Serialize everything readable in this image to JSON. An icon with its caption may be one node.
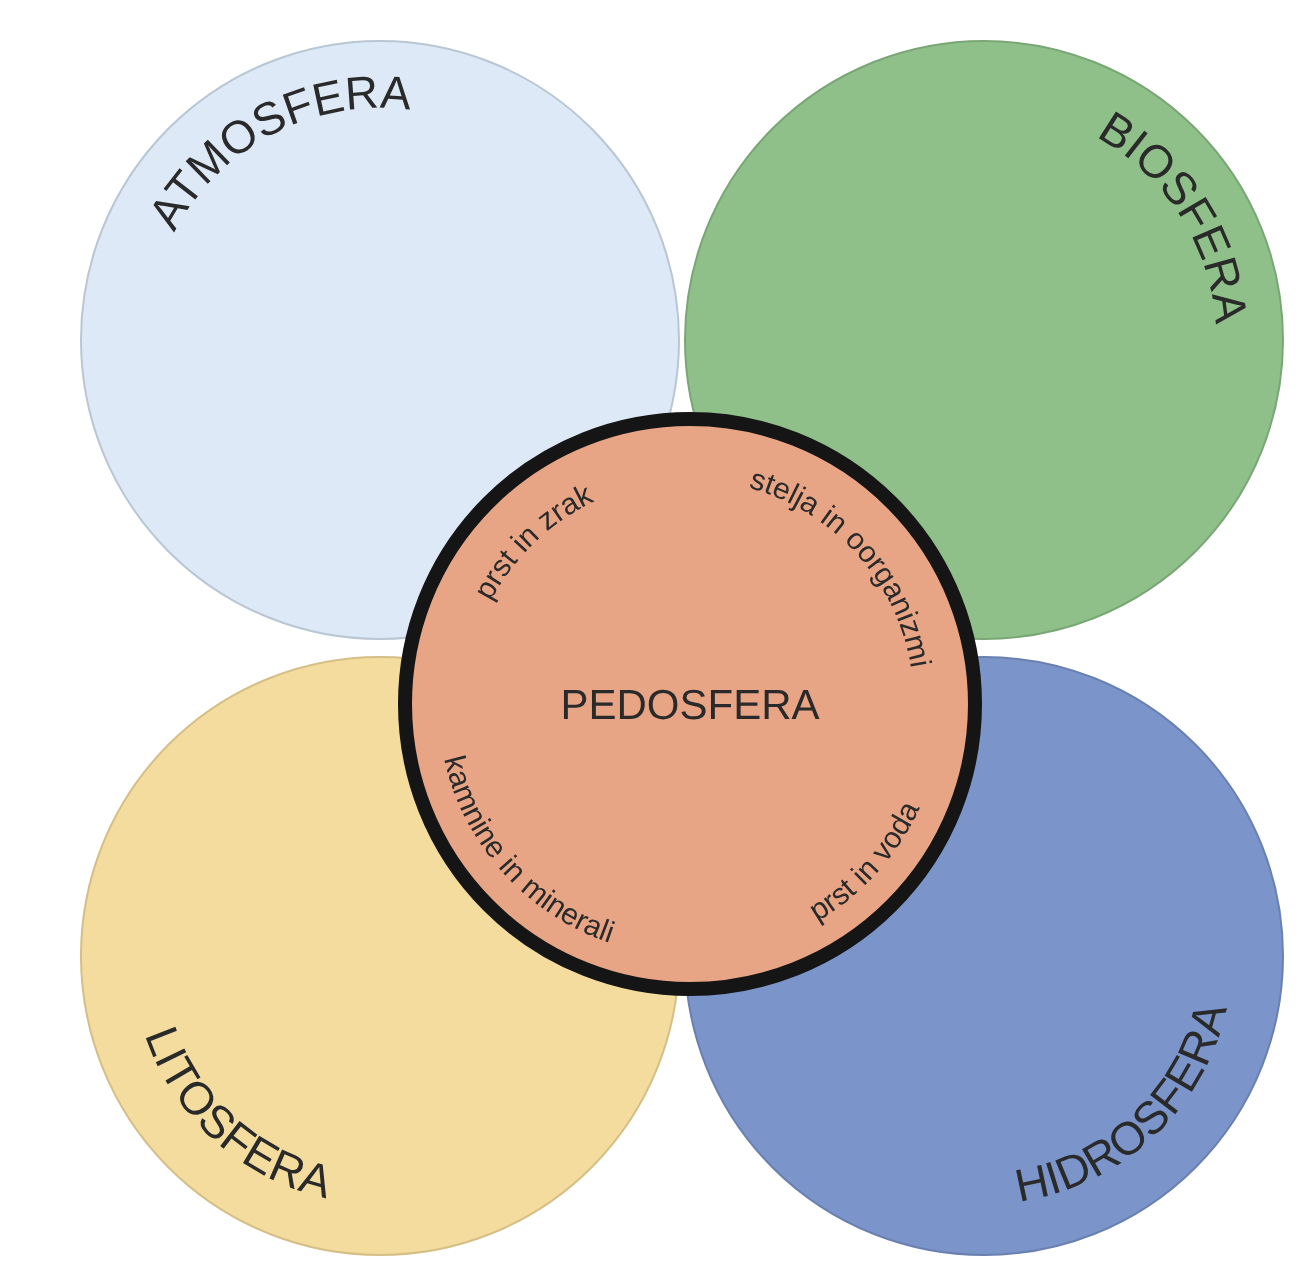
{
  "diagram": {
    "nodes": [
      {
        "text": [
          "ATMOSFERA"
        ]
      },
      {
        "text": [
          "BIOSFERA"
        ]
      },
      {
        "text": [
          "PEDOSFERA",
          "prst in zrak",
          "stelja in oorganizmi",
          "kamnine in minerali",
          "prst in voda"
        ]
      },
      {
        "text": [
          "LITOSFERA"
        ]
      },
      {
        "text": [
          "HIDROSFERA"
        ]
      }
    ]
  }
}
